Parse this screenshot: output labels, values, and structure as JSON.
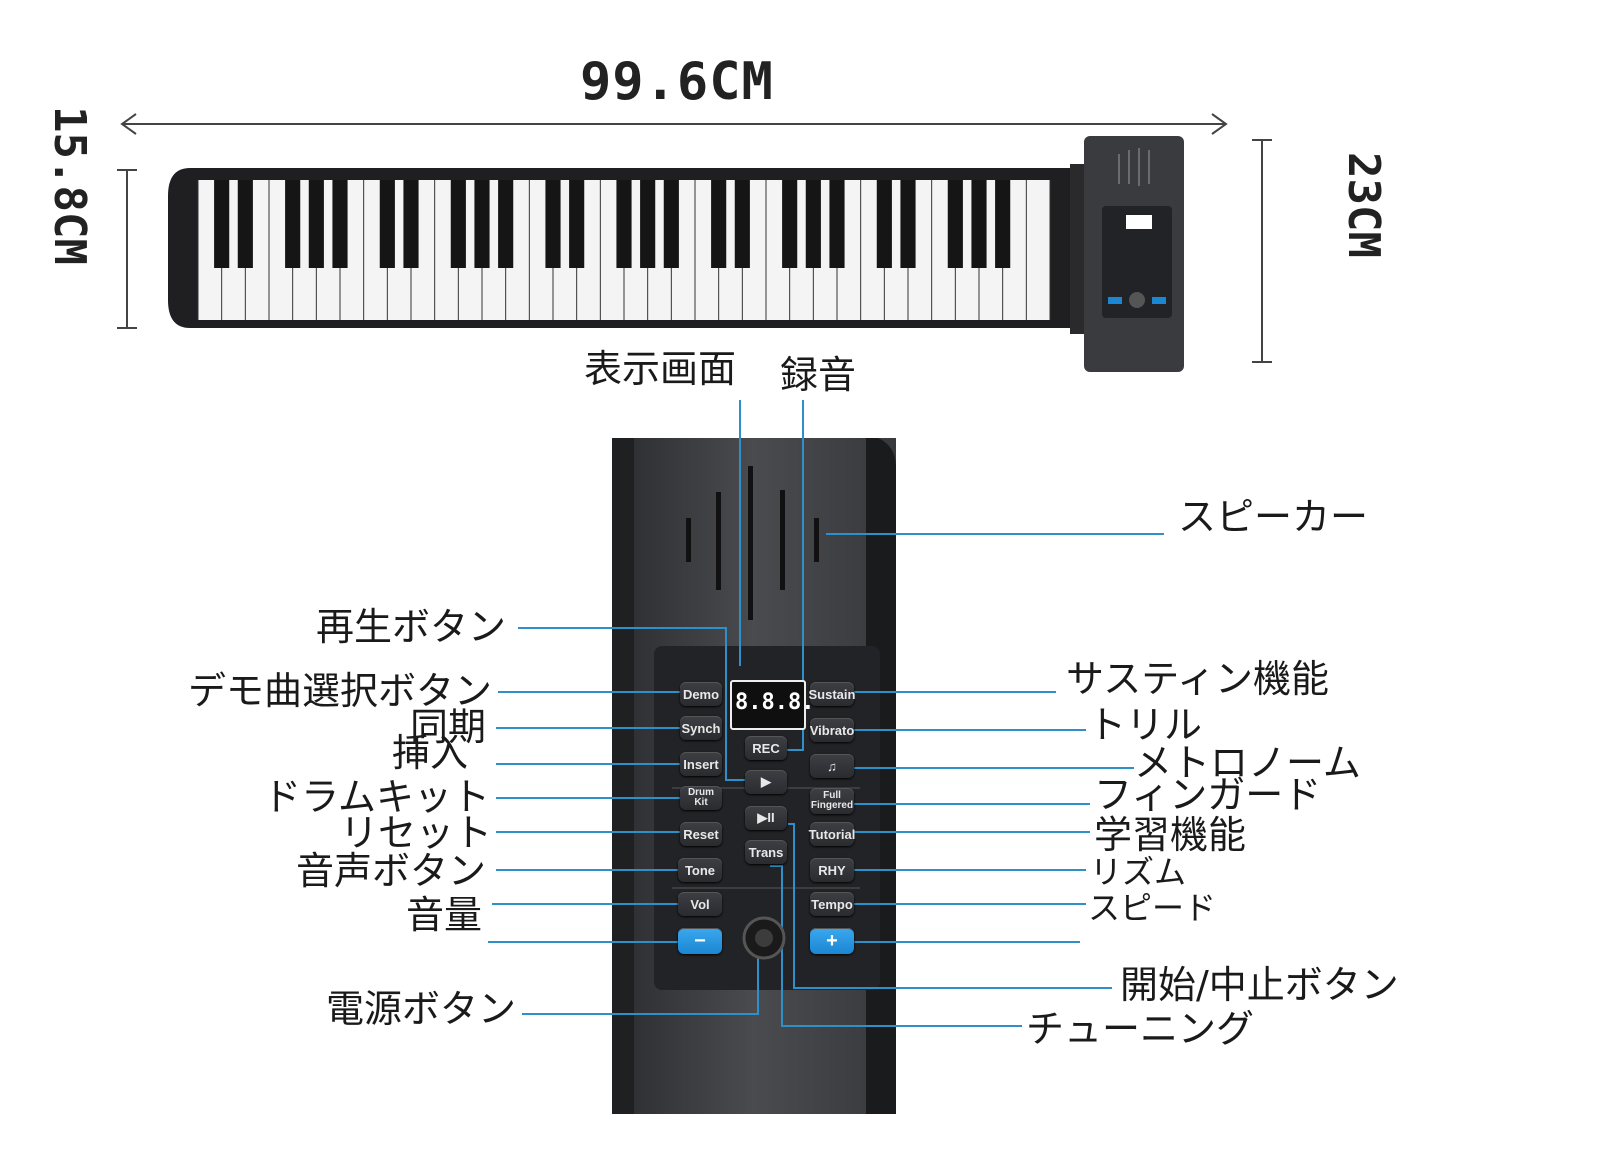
{
  "dimensions": {
    "length": "99.6CM",
    "key_height": "15.8CM",
    "panel_height": "23CM"
  },
  "top_labels": {
    "display": "表示画面",
    "rec": "録音"
  },
  "left_labels": {
    "play": "再生ボタン",
    "demo": "デモ曲選択ボタン",
    "sync": "同期",
    "insert": "挿入",
    "drum": "ドラムキット",
    "reset": "リセット",
    "tone": "音声ボタン",
    "vol": "音量",
    "power": "電源ボタン"
  },
  "right_labels": {
    "speaker": "スピーカー",
    "sustain": "サスティン機能",
    "vibrato": "トリル",
    "metronome": "メトロノーム",
    "fingered": "フィンガード",
    "tutorial": "学習機能",
    "rhythm": "リズム",
    "tempo": "スピード",
    "start_stop": "開始/中止ボタン",
    "tuning": "チューニング"
  },
  "panel": {
    "display_value": "8.8.8.",
    "buttons": {
      "demo": "Demo",
      "synch": "Synch",
      "insert": "Insert",
      "drum_kit": "Drum Kit",
      "reset": "Reset",
      "tone": "Tone",
      "vol": "Vol",
      "minus": "−",
      "rec": "REC",
      "play": "▶",
      "play_pause": "▶II",
      "trans": "Trans",
      "sustain": "Sustain",
      "vibrato": "Vibrato",
      "metronome": "♫",
      "full_fingered": "Full Fingered",
      "tutorial": "Tutorial",
      "rhy": "RHY",
      "tempo": "Tempo",
      "plus": "+"
    }
  },
  "colors": {
    "leader_line": "#2f8fc9",
    "button_blue": "#1b86d2"
  }
}
